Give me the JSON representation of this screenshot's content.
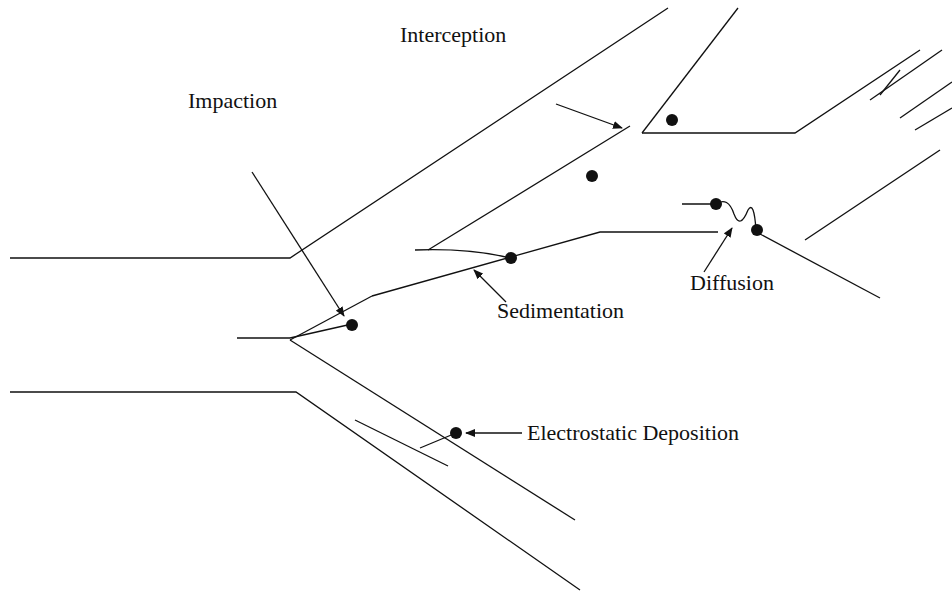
{
  "diagram": {
    "labels": [
      "Interception",
      "Impaction",
      "Sedimentation",
      "Diffusion",
      "Electrostatic Deposition"
    ]
  }
}
